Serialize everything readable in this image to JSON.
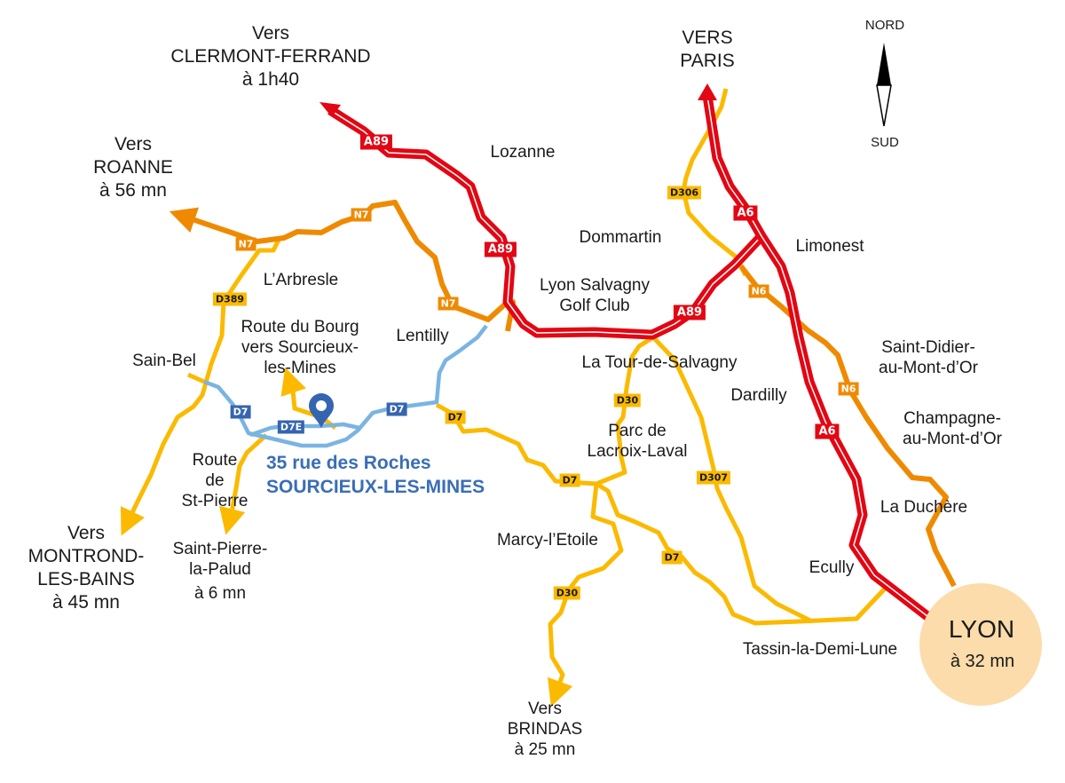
{
  "map": {
    "colors": {
      "autoroute": "#e30613",
      "nationale": "#ef8a00",
      "departementale": "#fbba00",
      "local_blue_road": "#7ab4e2",
      "blue_badge": "#3565b0",
      "address": "#3a6eb5",
      "lyon_circle": "#fbdcaa"
    },
    "compass": {
      "north": "NORD",
      "south": "SUD"
    },
    "destinations": {
      "clermont": {
        "line1": "Vers",
        "line2": "CLERMONT-FERRAND",
        "line3": "à 1h40"
      },
      "paris": {
        "line1": "VERS",
        "line2": "PARIS"
      },
      "roanne": {
        "line1": "Vers",
        "line2": "ROANNE",
        "line3": "à 56 mn"
      },
      "montrond": {
        "line1": "Vers",
        "line2": "MONTROND-",
        "line3": "LES-BAINS",
        "line4": "à 45 mn"
      },
      "saint_pierre": {
        "line1": "Saint-Pierre-",
        "line2": "la-Palud",
        "line3": "à 6 mn"
      },
      "brindas": {
        "line1": "Vers",
        "line2": "BRINDAS",
        "line3": "à 25 mn"
      },
      "lyon": {
        "name": "LYON",
        "time": "à 32 mn"
      }
    },
    "address": {
      "line1": "35 rue des Roches",
      "line2": "SOURCIEUX-LES-MINES"
    },
    "places": {
      "lozanne": "Lozanne",
      "dommartin": "Dommartin",
      "limonest": "Limonest",
      "larbresle": "L’Arbresle",
      "golf1": "Lyon Salvagny",
      "golf2": "Golf Club",
      "lentilly": "Lentilly",
      "bourg1": "Route du Bourg",
      "bourg2": "vers Sourcieux-",
      "bourg3": "les-Mines",
      "sainbel": "Sain-Bel",
      "tour": "La Tour-de-Salvagny",
      "dardilly": "Dardilly",
      "didier1": "Saint-Didier-",
      "didier2": "au-Mont-d’Or",
      "champ1": "Champagne-",
      "champ2": "au-Mont-d’Or",
      "stpierre1": "Route",
      "stpierre2": "de",
      "stpierre3": "St-Pierre",
      "parc1": "Parc de",
      "parc2": "Lacroix-Laval",
      "marcy": "Marcy-l’Etoile",
      "duchere": "La Duchère",
      "ecully": "Ecully",
      "tassin": "Tassin-la-Demi-Lune"
    },
    "road_badges": [
      {
        "id": "a89_1",
        "label": "A89",
        "type": "A"
      },
      {
        "id": "a89_2",
        "label": "A89",
        "type": "A"
      },
      {
        "id": "a89_3",
        "label": "A89",
        "type": "A"
      },
      {
        "id": "a6_1",
        "label": "A6",
        "type": "A"
      },
      {
        "id": "a6_2",
        "label": "A6",
        "type": "A"
      },
      {
        "id": "n7_1",
        "label": "N7",
        "type": "N"
      },
      {
        "id": "n7_2",
        "label": "N7",
        "type": "N"
      },
      {
        "id": "n7_3",
        "label": "N7",
        "type": "N"
      },
      {
        "id": "n6_1",
        "label": "N6",
        "type": "N"
      },
      {
        "id": "n6_2",
        "label": "N6",
        "type": "N"
      },
      {
        "id": "d306",
        "label": "D306",
        "type": "D"
      },
      {
        "id": "d389",
        "label": "D389",
        "type": "D"
      },
      {
        "id": "d30_1",
        "label": "D30",
        "type": "D"
      },
      {
        "id": "d30_2",
        "label": "D30",
        "type": "D"
      },
      {
        "id": "d307",
        "label": "D307",
        "type": "D"
      },
      {
        "id": "d7_y1",
        "label": "D7",
        "type": "D"
      },
      {
        "id": "d7_y2",
        "label": "D7",
        "type": "D"
      },
      {
        "id": "d7_y3",
        "label": "D7",
        "type": "D"
      },
      {
        "id": "d7_b1",
        "label": "D7",
        "type": "B"
      },
      {
        "id": "d7_b2",
        "label": "D7",
        "type": "B"
      },
      {
        "id": "d7e",
        "label": "D7E",
        "type": "B"
      }
    ]
  }
}
